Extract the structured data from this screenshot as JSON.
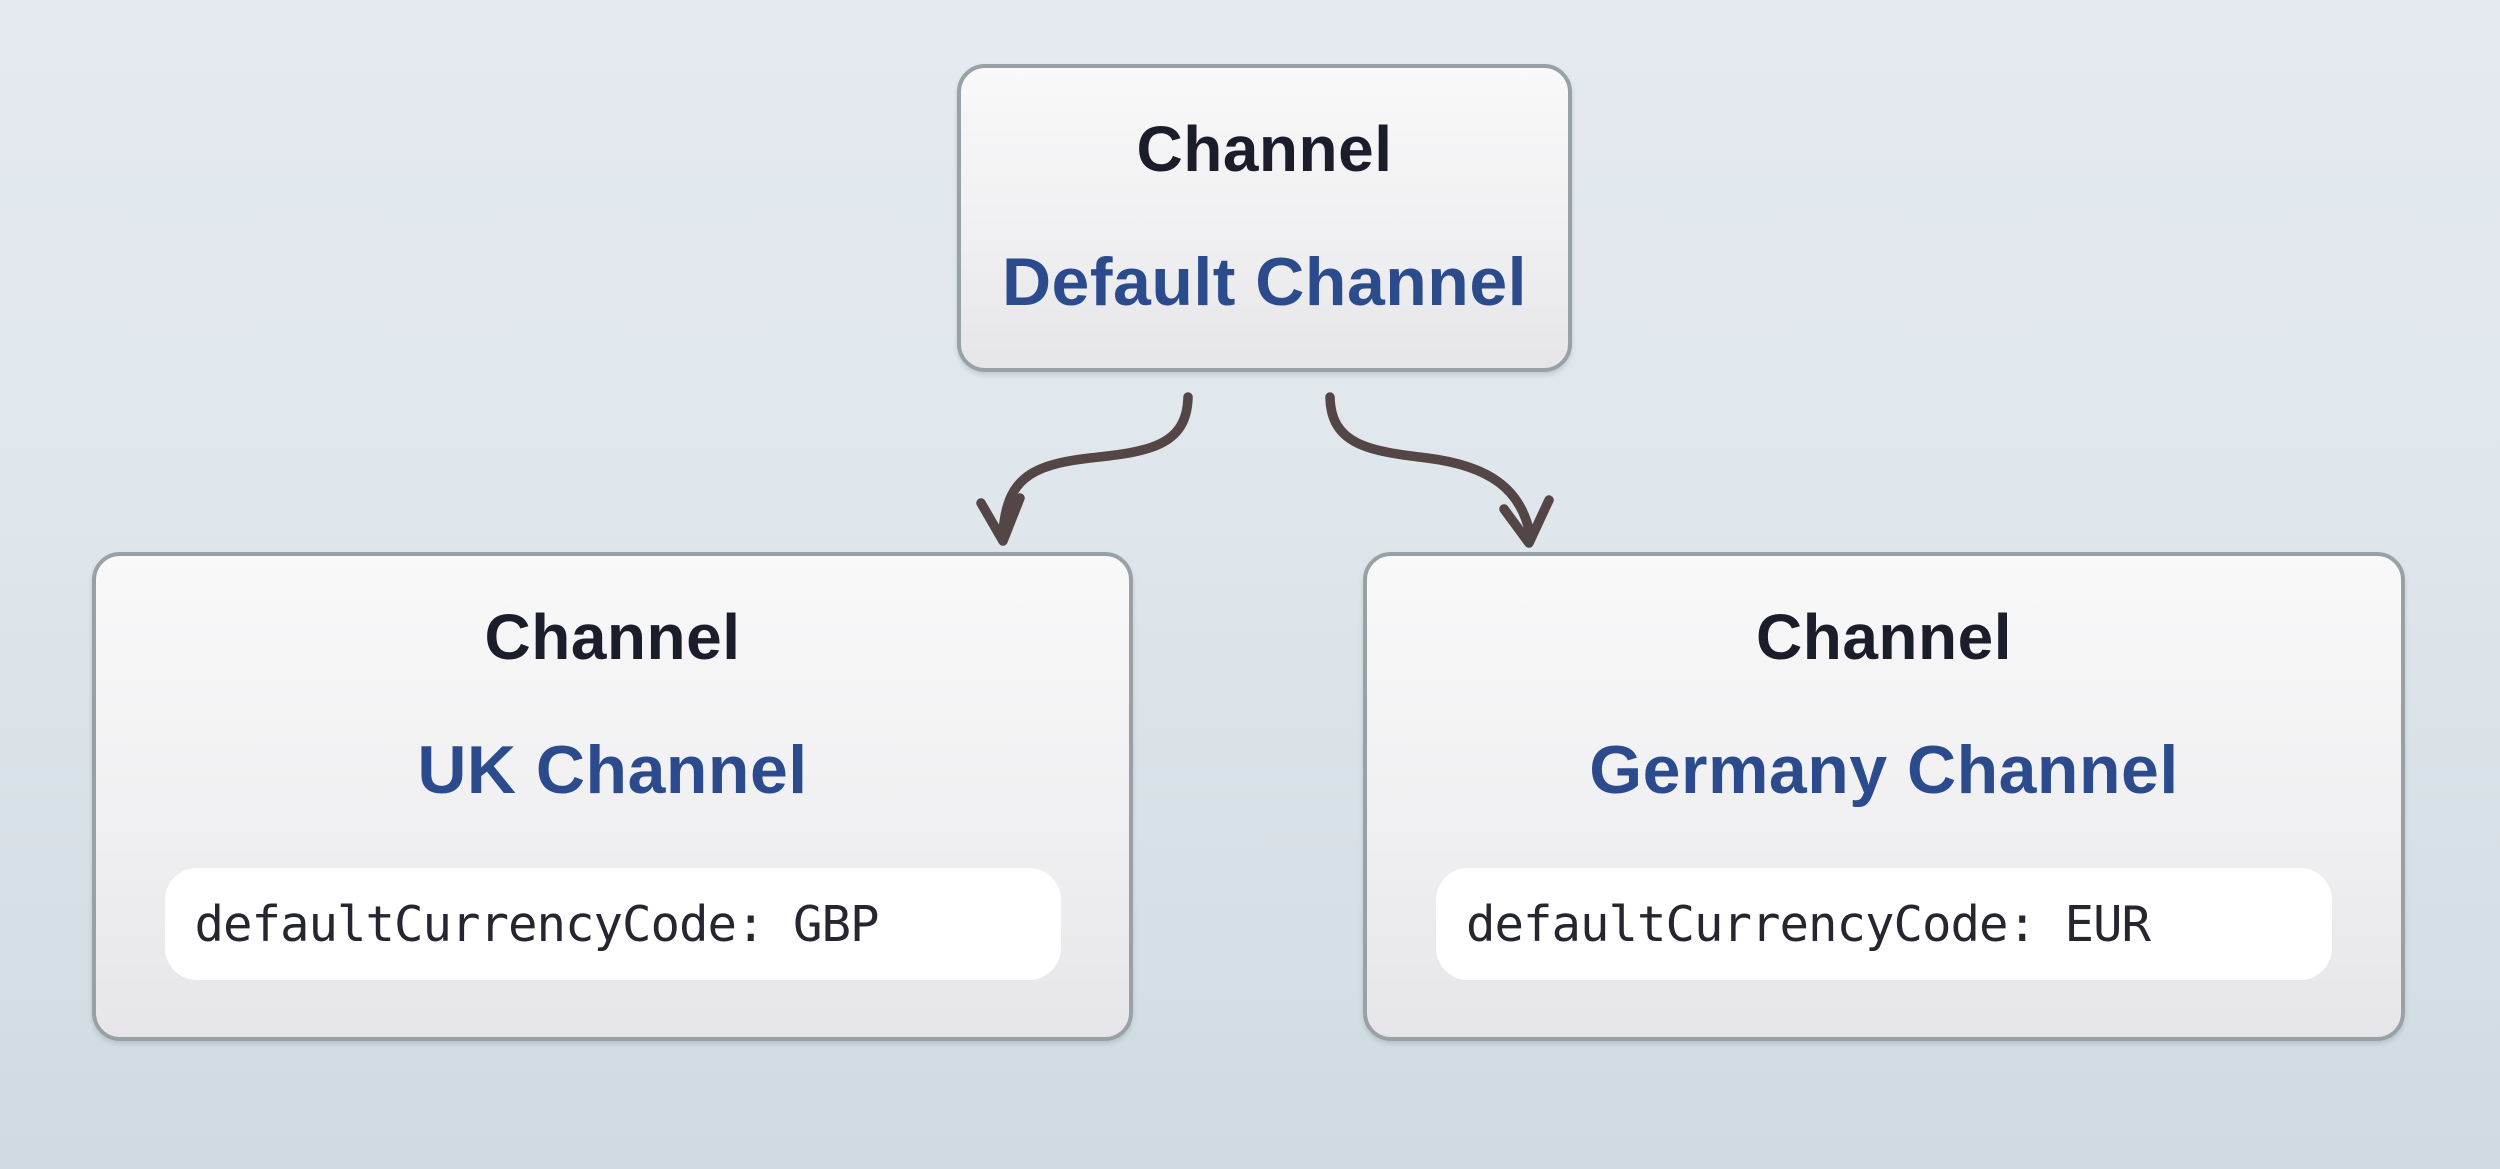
{
  "colors": {
    "background-top": "#e4eaef",
    "background-bottom": "#cfdae1",
    "node-border": "#98a1a6",
    "node-fill-top": "#f9f9fa",
    "node-fill-bottom": "#e6e6e9",
    "pill-fill": "#ffffff",
    "type-ink": "#1b1d2b",
    "name-accent": "#2b4b8d",
    "attr-ink": "#262630",
    "arrow": "#544546"
  },
  "nodes": {
    "root": {
      "type": "Channel",
      "name": "Default Channel"
    },
    "uk": {
      "type": "Channel",
      "name": "UK Channel",
      "attribute": "defaultCurrencyCode: GBP"
    },
    "germany": {
      "type": "Channel",
      "name": "Germany Channel",
      "attribute": "defaultCurrencyCode: EUR"
    }
  },
  "arrows": [
    {
      "from": "Default Channel",
      "to": "UK Channel"
    },
    {
      "from": "Default Channel",
      "to": "Germany Channel"
    }
  ]
}
